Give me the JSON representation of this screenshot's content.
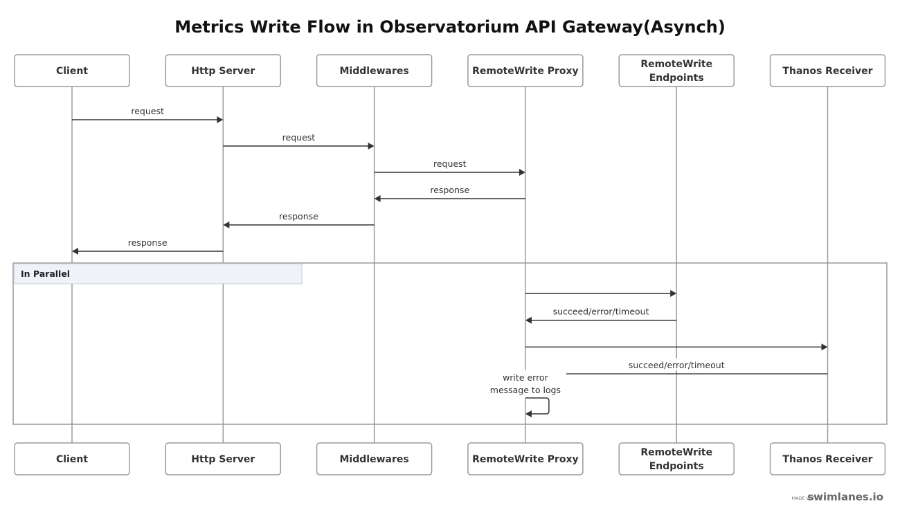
{
  "title": "Metrics Write Flow in Observatorium API Gateway(Asynch)",
  "actors": [
    {
      "lines": [
        "Client"
      ]
    },
    {
      "lines": [
        "Http Server"
      ]
    },
    {
      "lines": [
        "Middlewares"
      ]
    },
    {
      "lines": [
        "RemoteWrite Proxy"
      ]
    },
    {
      "lines": [
        "RemoteWrite",
        "Endpoints"
      ]
    },
    {
      "lines": [
        "Thanos Receiver"
      ]
    }
  ],
  "messages": [
    {
      "from": 0,
      "to": 1,
      "label": "request"
    },
    {
      "from": 1,
      "to": 2,
      "label": "request"
    },
    {
      "from": 2,
      "to": 3,
      "label": "request"
    },
    {
      "from": 3,
      "to": 2,
      "label": "response"
    },
    {
      "from": 2,
      "to": 1,
      "label": "response"
    },
    {
      "from": 1,
      "to": 0,
      "label": "response"
    }
  ],
  "group": {
    "label": "In Parallel",
    "messages": [
      {
        "from": 3,
        "to": 4,
        "label": ""
      },
      {
        "from": 4,
        "to": 3,
        "label": "succeed/error/timeout"
      },
      {
        "from": 3,
        "to": 5,
        "label": ""
      },
      {
        "from": 5,
        "to": 3,
        "label": "succeed/error/timeout"
      },
      {
        "from": 3,
        "to": 3,
        "label": [
          "write error",
          "message to logs"
        ]
      }
    ]
  },
  "brand": {
    "prefix": "MADE WITH",
    "name": "swimlanes.io"
  }
}
